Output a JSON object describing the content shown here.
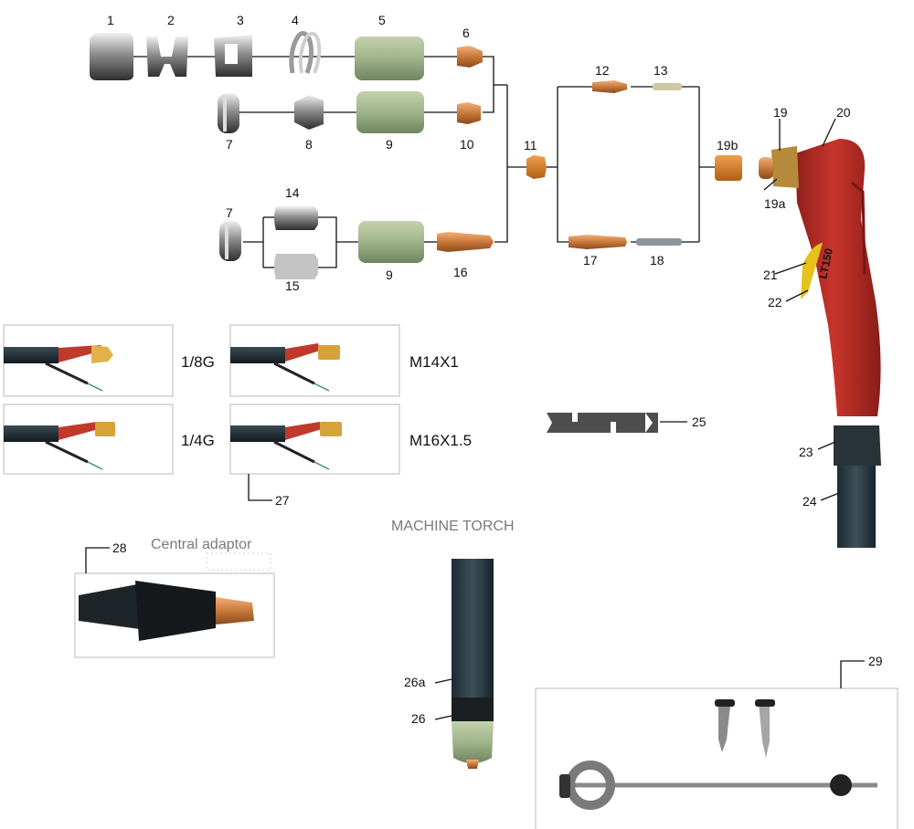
{
  "part_numbers": {
    "p1": "1",
    "p2": "2",
    "p3": "3",
    "p4": "4",
    "p5": "5",
    "p6": "6",
    "p7a": "7",
    "p7b": "7",
    "p8": "8",
    "p9a": "9",
    "p9b": "9",
    "p10": "10",
    "p11": "11",
    "p12": "12",
    "p13": "13",
    "p14": "14",
    "p15": "15",
    "p16": "16",
    "p17": "17",
    "p18": "18",
    "p19": "19",
    "p19a": "19a",
    "p19b": "19b",
    "p20": "20",
    "p21": "21",
    "p22": "22",
    "p23": "23",
    "p24": "24",
    "p25": "25",
    "p26": "26",
    "p26a": "26a",
    "p27": "27",
    "p28": "28",
    "p29": "29"
  },
  "connectors": {
    "g18": "1/8G",
    "g14": "1/4G",
    "m14": "M14X1",
    "m16": "M16X1.5"
  },
  "headings": {
    "machine_torch": "MACHINE TORCH",
    "central_adaptor": "Central adaptor"
  },
  "torch_model": "LT150",
  "colors": {
    "torch_red": "#c0392b",
    "ceramic_green": "#9fb48a",
    "copper": "#c8793a",
    "hose": "#2b3a42"
  }
}
